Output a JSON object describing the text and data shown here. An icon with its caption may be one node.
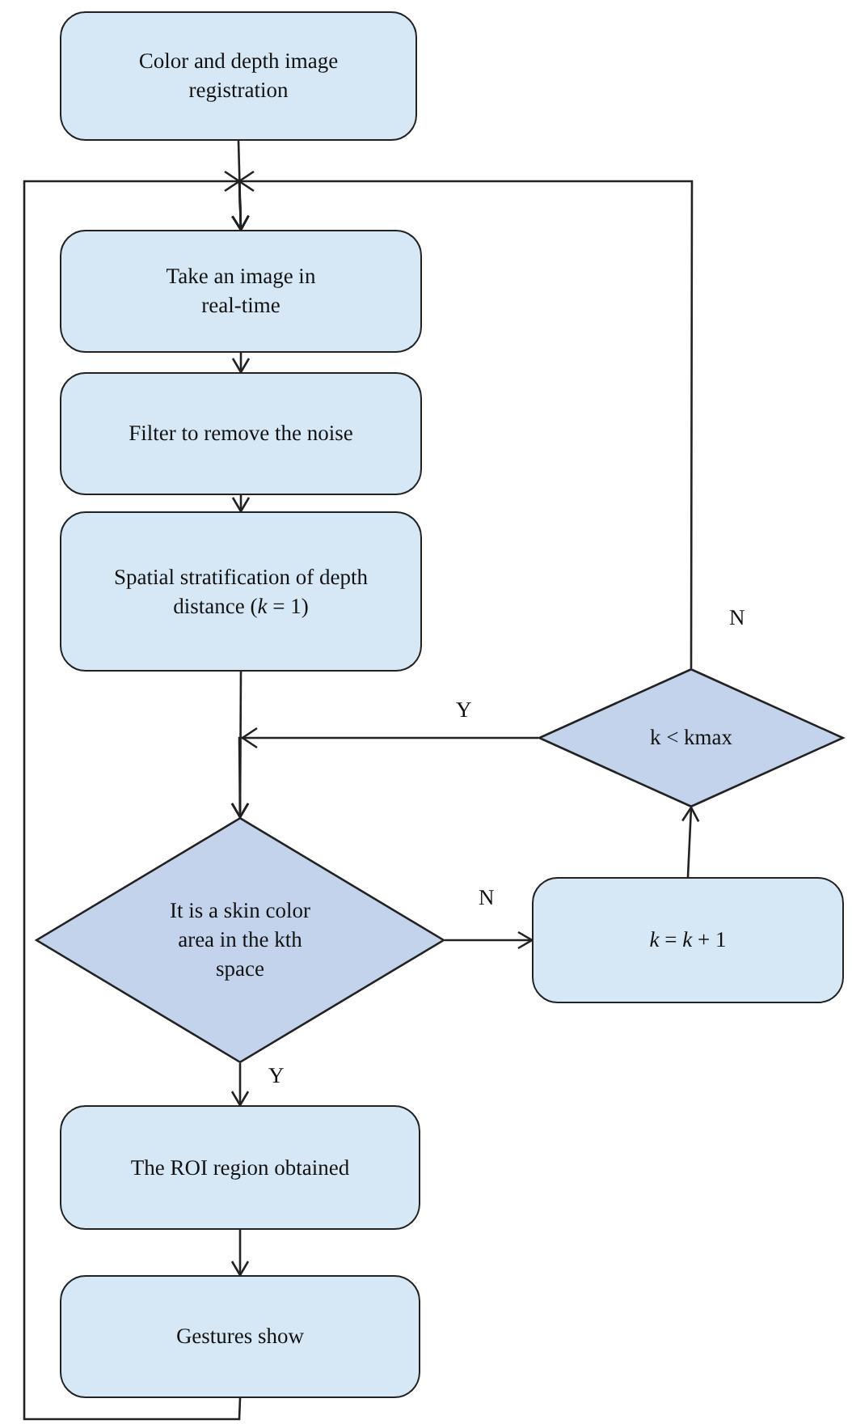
{
  "diagram": {
    "nodes": [
      {
        "text": [
          "Color and depth image registration"
        ]
      },
      {
        "text": [
          "Take an image in real-time"
        ]
      },
      {
        "text": [
          "Filter to remove the noise"
        ]
      },
      {
        "text": [
          "Spatial stratification of depth distance (*k* = 1)"
        ]
      },
      {
        "text": [
          "It is a skin color area in the kth space"
        ]
      },
      {
        "text": [
          "*k* = *k* + 1"
        ]
      },
      {
        "text": [
          "k < kmax"
        ]
      },
      {
        "text": [
          "The ROI region obtained"
        ]
      },
      {
        "text": [
          "Gestures show"
        ]
      }
    ],
    "edges": [
      {
        "from": 0,
        "to": 1,
        "arrow": "to"
      },
      {
        "from": 8,
        "to": 1,
        "arrow": "to"
      },
      {
        "from": 6,
        "to": 1,
        "label": "N",
        "arrow": "to"
      },
      {
        "from": 1,
        "to": 2,
        "arrow": "to"
      },
      {
        "from": 2,
        "to": 3,
        "arrow": "to"
      },
      {
        "from": 3,
        "to": 4,
        "arrow": "to"
      },
      {
        "from": 6,
        "to": 4,
        "label": "Y",
        "arrow": "to"
      },
      {
        "from": 4,
        "to": 5,
        "label": "N",
        "arrow": "to"
      },
      {
        "from": 5,
        "to": 6,
        "arrow": "to"
      },
      {
        "from": 4,
        "to": 7,
        "label": "Y",
        "arrow": "to"
      },
      {
        "from": 7,
        "to": 8,
        "arrow": "to"
      }
    ]
  }
}
